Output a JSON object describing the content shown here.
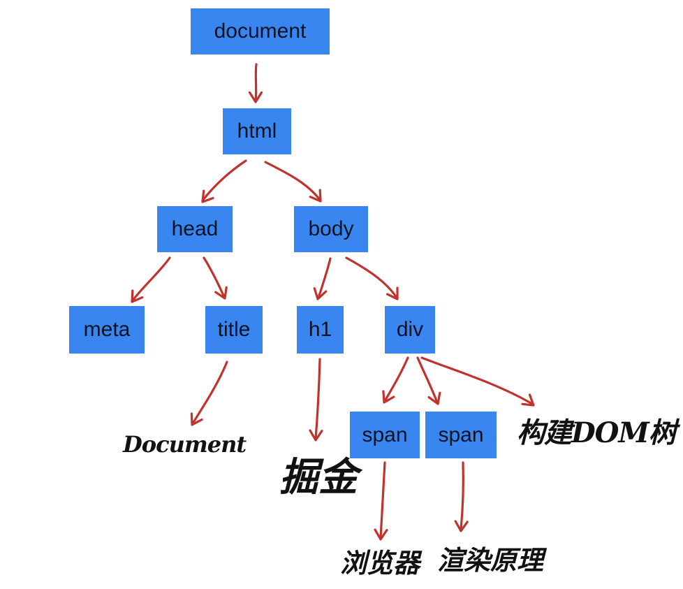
{
  "colors": {
    "node_fill": "#3a86f0",
    "node_text": "#0b1220",
    "arrow": "#c0322b",
    "handwriting": "#111111"
  },
  "nodes": {
    "document": "document",
    "html": "html",
    "head": "head",
    "body": "body",
    "meta": "meta",
    "title": "title",
    "h1": "h1",
    "div": "div",
    "span1": "span",
    "span2": "span"
  },
  "annotations": {
    "title_text": "Document",
    "h1_text": "掘金",
    "span1_text": "浏览器",
    "span2_text": "渲染原理",
    "div_note": "构建DOM树"
  },
  "edges": [
    {
      "from": "document",
      "to": "html"
    },
    {
      "from": "html",
      "to": "head"
    },
    {
      "from": "html",
      "to": "body"
    },
    {
      "from": "head",
      "to": "meta"
    },
    {
      "from": "head",
      "to": "title"
    },
    {
      "from": "body",
      "to": "h1"
    },
    {
      "from": "body",
      "to": "div"
    },
    {
      "from": "title",
      "to": "title_text"
    },
    {
      "from": "h1",
      "to": "h1_text"
    },
    {
      "from": "div",
      "to": "span1"
    },
    {
      "from": "div",
      "to": "span2"
    },
    {
      "from": "div",
      "to": "div_note"
    },
    {
      "from": "span1",
      "to": "span1_text"
    },
    {
      "from": "span2",
      "to": "span2_text"
    }
  ]
}
